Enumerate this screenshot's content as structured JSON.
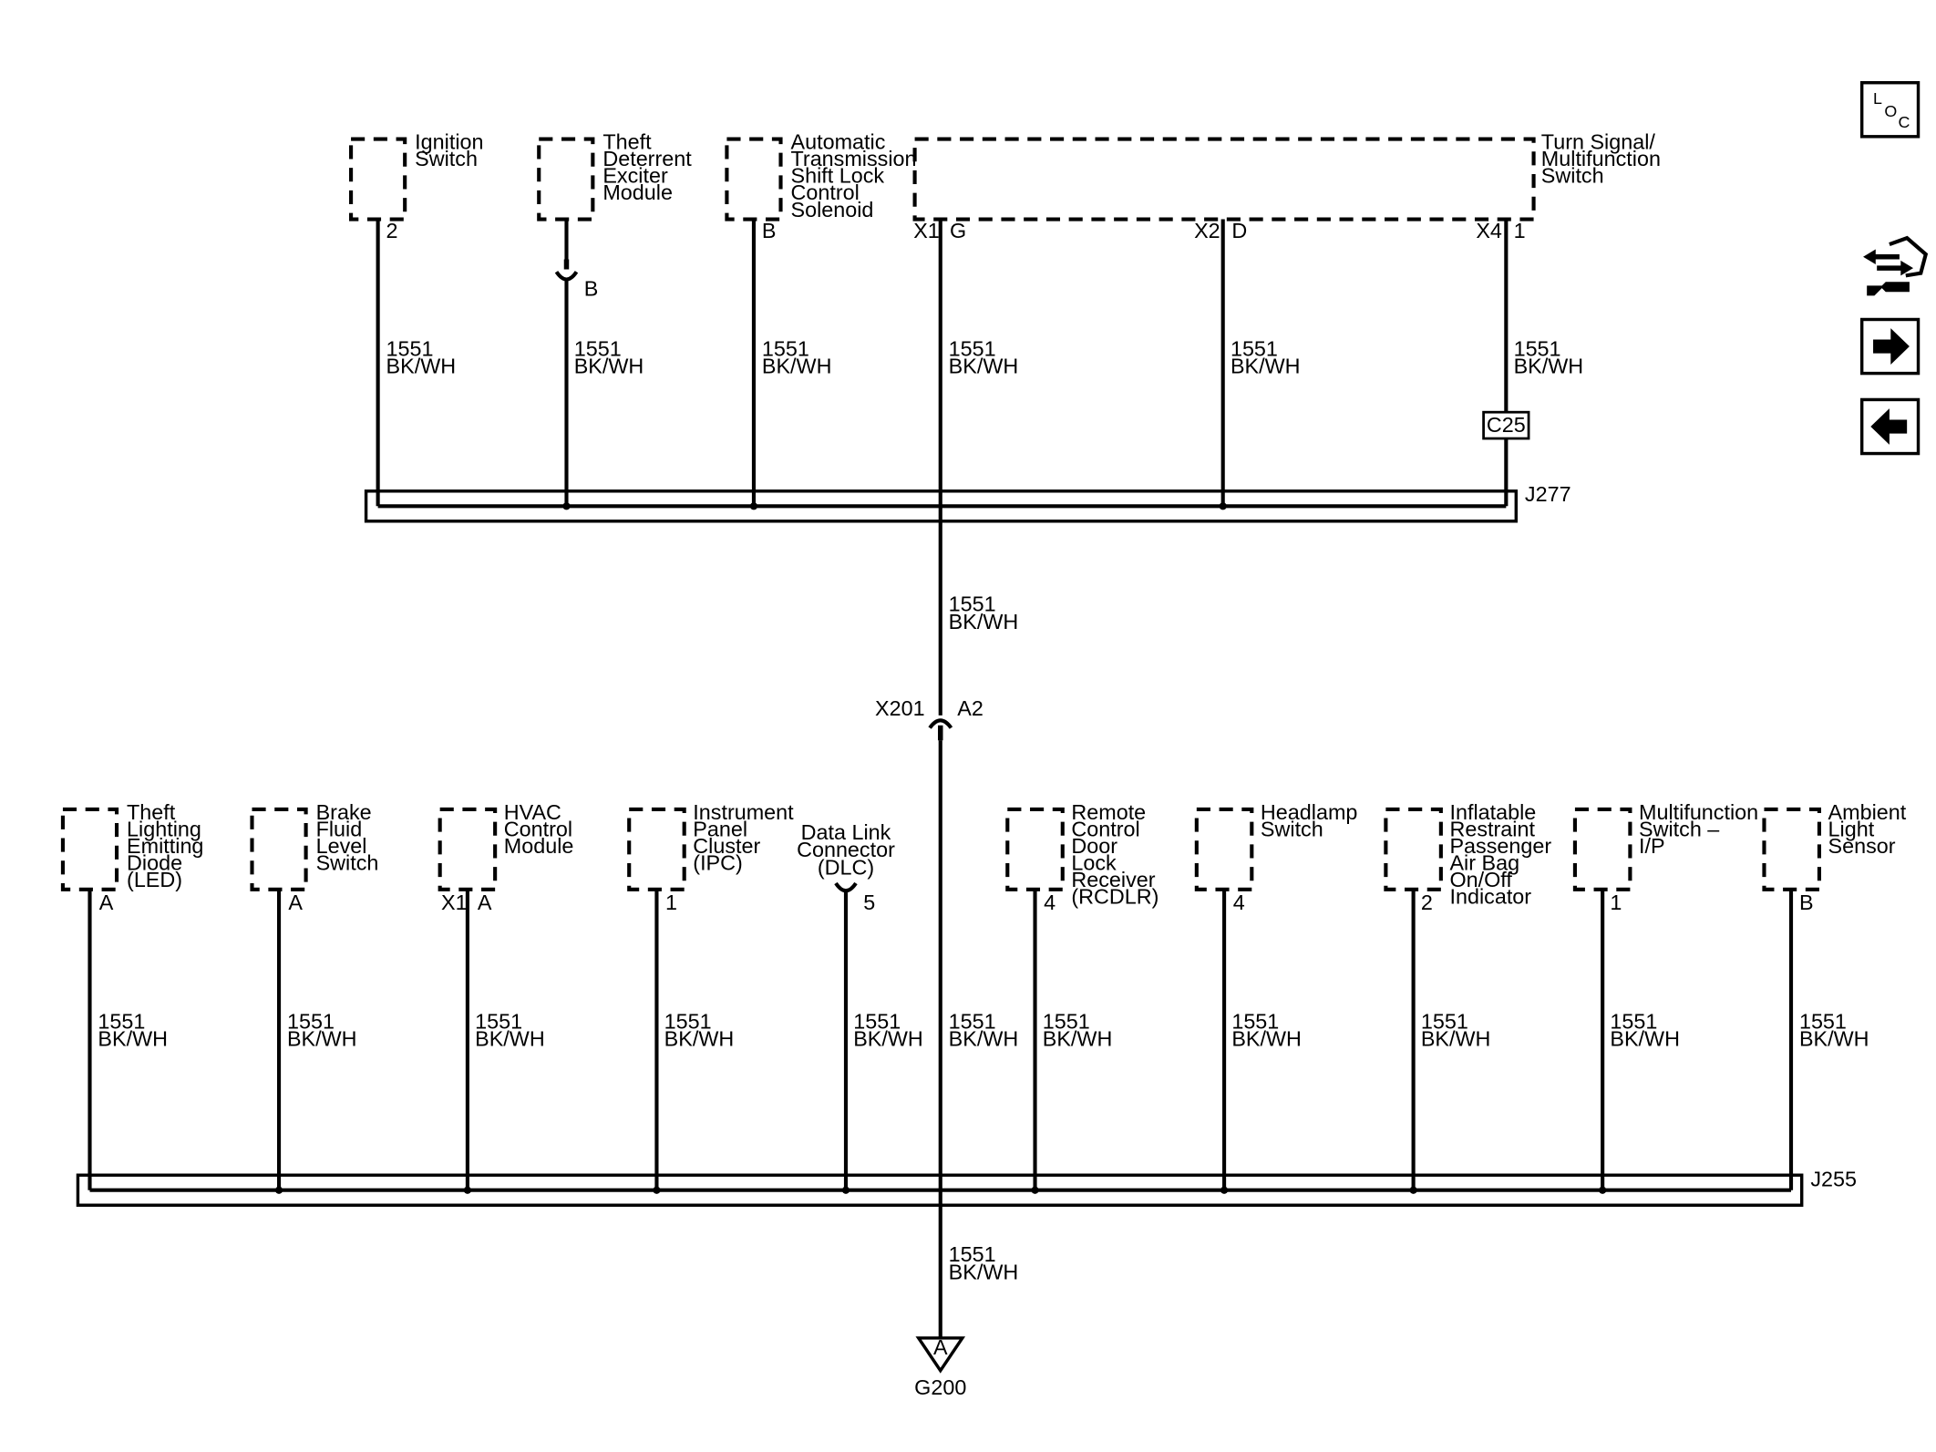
{
  "top_components": [
    {
      "name_lines": [
        "Ignition",
        "Switch"
      ],
      "pin": "2"
    },
    {
      "name_lines": [
        "Theft",
        "Deterrent",
        "Exciter",
        "Module"
      ],
      "pin": "B"
    },
    {
      "name_lines": [
        "Automatic",
        "Transmission",
        "Shift Lock",
        "Control",
        "Solenoid"
      ],
      "pin": "B"
    }
  ],
  "turn_signal": {
    "name_lines": [
      "Turn Signal/",
      "Multifunction",
      "Switch"
    ],
    "pins": [
      {
        "connector": "X1",
        "pin": "G"
      },
      {
        "connector": "X2",
        "pin": "D"
      },
      {
        "connector": "X4",
        "pin": "1"
      }
    ]
  },
  "bottom_components": [
    {
      "name_lines": [
        "Theft",
        "Lighting",
        "Emitting",
        "Diode",
        "(LED)"
      ],
      "connector": "",
      "pin": "A"
    },
    {
      "name_lines": [
        "Brake",
        "Fluid",
        "Level",
        "Switch"
      ],
      "connector": "",
      "pin": "A"
    },
    {
      "name_lines": [
        "HVAC",
        "Control",
        "Module"
      ],
      "connector": "X1",
      "pin": "A"
    },
    {
      "name_lines": [
        "Instrument",
        "Panel",
        "Cluster",
        "(IPC)"
      ],
      "connector": "",
      "pin": "1"
    },
    {
      "name_lines": [
        "Remote",
        "Control",
        "Door",
        "Lock",
        "Receiver",
        "(RCDLR)"
      ],
      "connector": "",
      "pin": "4"
    },
    {
      "name_lines": [
        "Headlamp",
        "Switch"
      ],
      "connector": "",
      "pin": "4"
    },
    {
      "name_lines": [
        "Inflatable",
        "Restraint",
        "Passenger",
        "Air Bag",
        "On/Off",
        "Indicator"
      ],
      "connector": "",
      "pin": "2"
    },
    {
      "name_lines": [
        "Multifunction",
        "Switch –",
        "I/P"
      ],
      "connector": "",
      "pin": "1"
    },
    {
      "name_lines": [
        "Ambient",
        "Light",
        "Sensor"
      ],
      "connector": "",
      "pin": "B"
    }
  ],
  "dlc": {
    "name_lines": [
      "Data Link",
      "Connector",
      "(DLC)"
    ],
    "pin": "5"
  },
  "wire": {
    "circuit": "1551",
    "color": "BK/WH"
  },
  "inline_connector_c25": "C25",
  "splice_top": "J277",
  "splice_bottom": "J255",
  "x201": {
    "connector": "X201",
    "pin": "A2"
  },
  "ground": {
    "pin": "A",
    "name": "G200"
  },
  "side_icons": {
    "loc": {
      "icon": "loc-icon",
      "letters": [
        "L",
        "O",
        "C"
      ]
    },
    "tools": "wrench-arrows-icon",
    "next": "arrow-right-icon",
    "prev": "arrow-left-icon"
  }
}
